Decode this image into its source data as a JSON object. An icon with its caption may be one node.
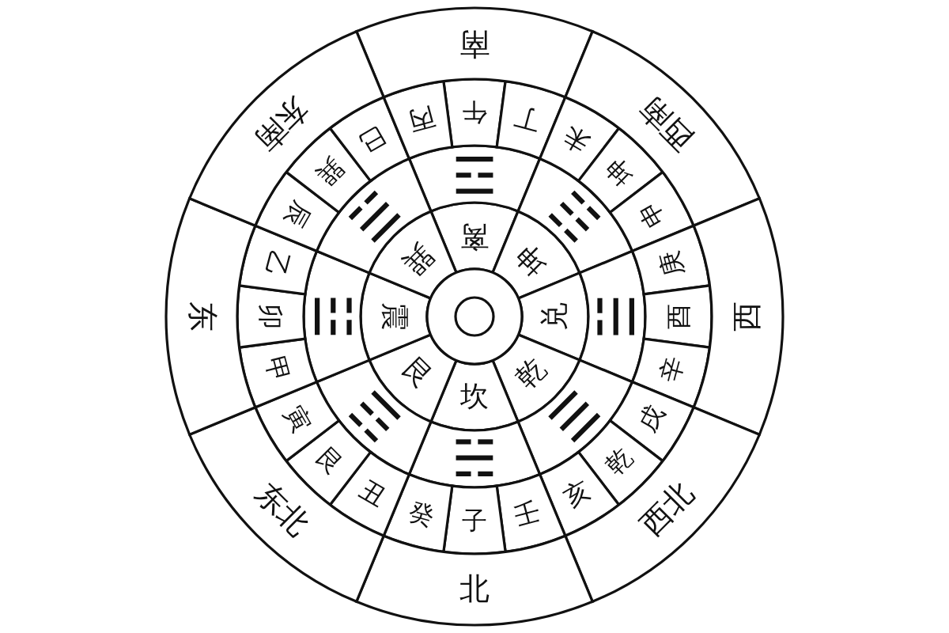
{
  "diagram": {
    "nodes": [
      {
        "text": [
          "离"
        ]
      },
      {
        "text": [
          "坤"
        ]
      },
      {
        "text": [
          "兑"
        ]
      },
      {
        "text": [
          "乾"
        ]
      },
      {
        "text": [
          "坎"
        ]
      },
      {
        "text": [
          "艮"
        ]
      },
      {
        "text": [
          "震"
        ]
      },
      {
        "text": [
          "巽"
        ]
      },
      {
        "text": [
          "☲"
        ]
      },
      {
        "text": [
          "☷"
        ]
      },
      {
        "text": [
          "☱"
        ]
      },
      {
        "text": [
          "☰"
        ]
      },
      {
        "text": [
          "☵"
        ]
      },
      {
        "text": [
          "☶"
        ]
      },
      {
        "text": [
          "☳"
        ]
      },
      {
        "text": [
          "☴"
        ]
      },
      {
        "text": [
          "午"
        ]
      },
      {
        "text": [
          "丁"
        ]
      },
      {
        "text": [
          "未"
        ]
      },
      {
        "text": [
          "坤"
        ]
      },
      {
        "text": [
          "申"
        ]
      },
      {
        "text": [
          "庚"
        ]
      },
      {
        "text": [
          "酉"
        ]
      },
      {
        "text": [
          "辛"
        ]
      },
      {
        "text": [
          "戌"
        ]
      },
      {
        "text": [
          "乾"
        ]
      },
      {
        "text": [
          "亥"
        ]
      },
      {
        "text": [
          "壬"
        ]
      },
      {
        "text": [
          "子"
        ]
      },
      {
        "text": [
          "癸"
        ]
      },
      {
        "text": [
          "丑"
        ]
      },
      {
        "text": [
          "艮"
        ]
      },
      {
        "text": [
          "寅"
        ]
      },
      {
        "text": [
          "甲"
        ]
      },
      {
        "text": [
          "卯"
        ]
      },
      {
        "text": [
          "乙"
        ]
      },
      {
        "text": [
          "辰"
        ]
      },
      {
        "text": [
          "巽"
        ]
      },
      {
        "text": [
          "巳"
        ]
      },
      {
        "text": [
          "丙"
        ]
      },
      {
        "text": [
          "南"
        ]
      },
      {
        "text": [
          "西南"
        ]
      },
      {
        "text": [
          "西"
        ]
      },
      {
        "text": [
          "西北"
        ]
      },
      {
        "text": [
          "北"
        ]
      },
      {
        "text": [
          "东北"
        ]
      },
      {
        "text": [
          "东"
        ]
      },
      {
        "text": [
          "东南"
        ]
      }
    ]
  }
}
